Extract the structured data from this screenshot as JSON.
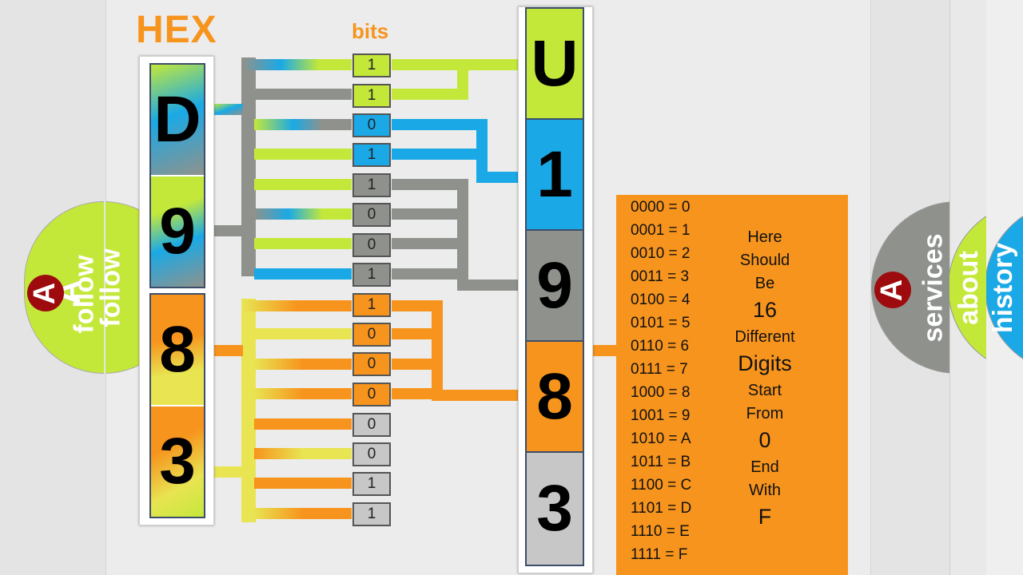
{
  "hex": {
    "title": "HEX",
    "digits": [
      {
        "label": "D"
      },
      {
        "label": "9"
      },
      {
        "label": "8"
      },
      {
        "label": "3"
      }
    ]
  },
  "bits": {
    "title": "bits",
    "values": [
      "1",
      "1",
      "0",
      "1",
      "1",
      "0",
      "0",
      "1",
      "1",
      "0",
      "0",
      "0",
      "0",
      "0",
      "1",
      "1"
    ]
  },
  "unicode": {
    "digits": [
      "U",
      "1",
      "9",
      "8",
      "3"
    ]
  },
  "table": {
    "rows": [
      "0000 = 0",
      "0001 = 1",
      "0010 = 2",
      "0011 = 3",
      "0100 = 4",
      "0101 = 5",
      "0110 = 6",
      "0111 = 7",
      "1000 = 8",
      "1001 = 9",
      "1010 = A",
      "1011 = B",
      "1100 = C",
      "1101 = D",
      "1110 = E",
      "1111 = F"
    ],
    "note": [
      "Here",
      "Should",
      "Be",
      "16",
      "Different",
      "Digits",
      "Start",
      "From",
      "0",
      "End",
      "With",
      "F"
    ]
  },
  "tabs": {
    "follow": "follow",
    "services": "services",
    "about": "about",
    "history": "history",
    "logo_letter": "A"
  },
  "colors": {
    "lime": "#c4e83a",
    "blue": "#1aa9e6",
    "gray": "#8f928c",
    "orange": "#f7941d",
    "yellow": "#e8e452",
    "light_gray": "#c7c7c7",
    "dark_red": "#9e0b0f"
  }
}
